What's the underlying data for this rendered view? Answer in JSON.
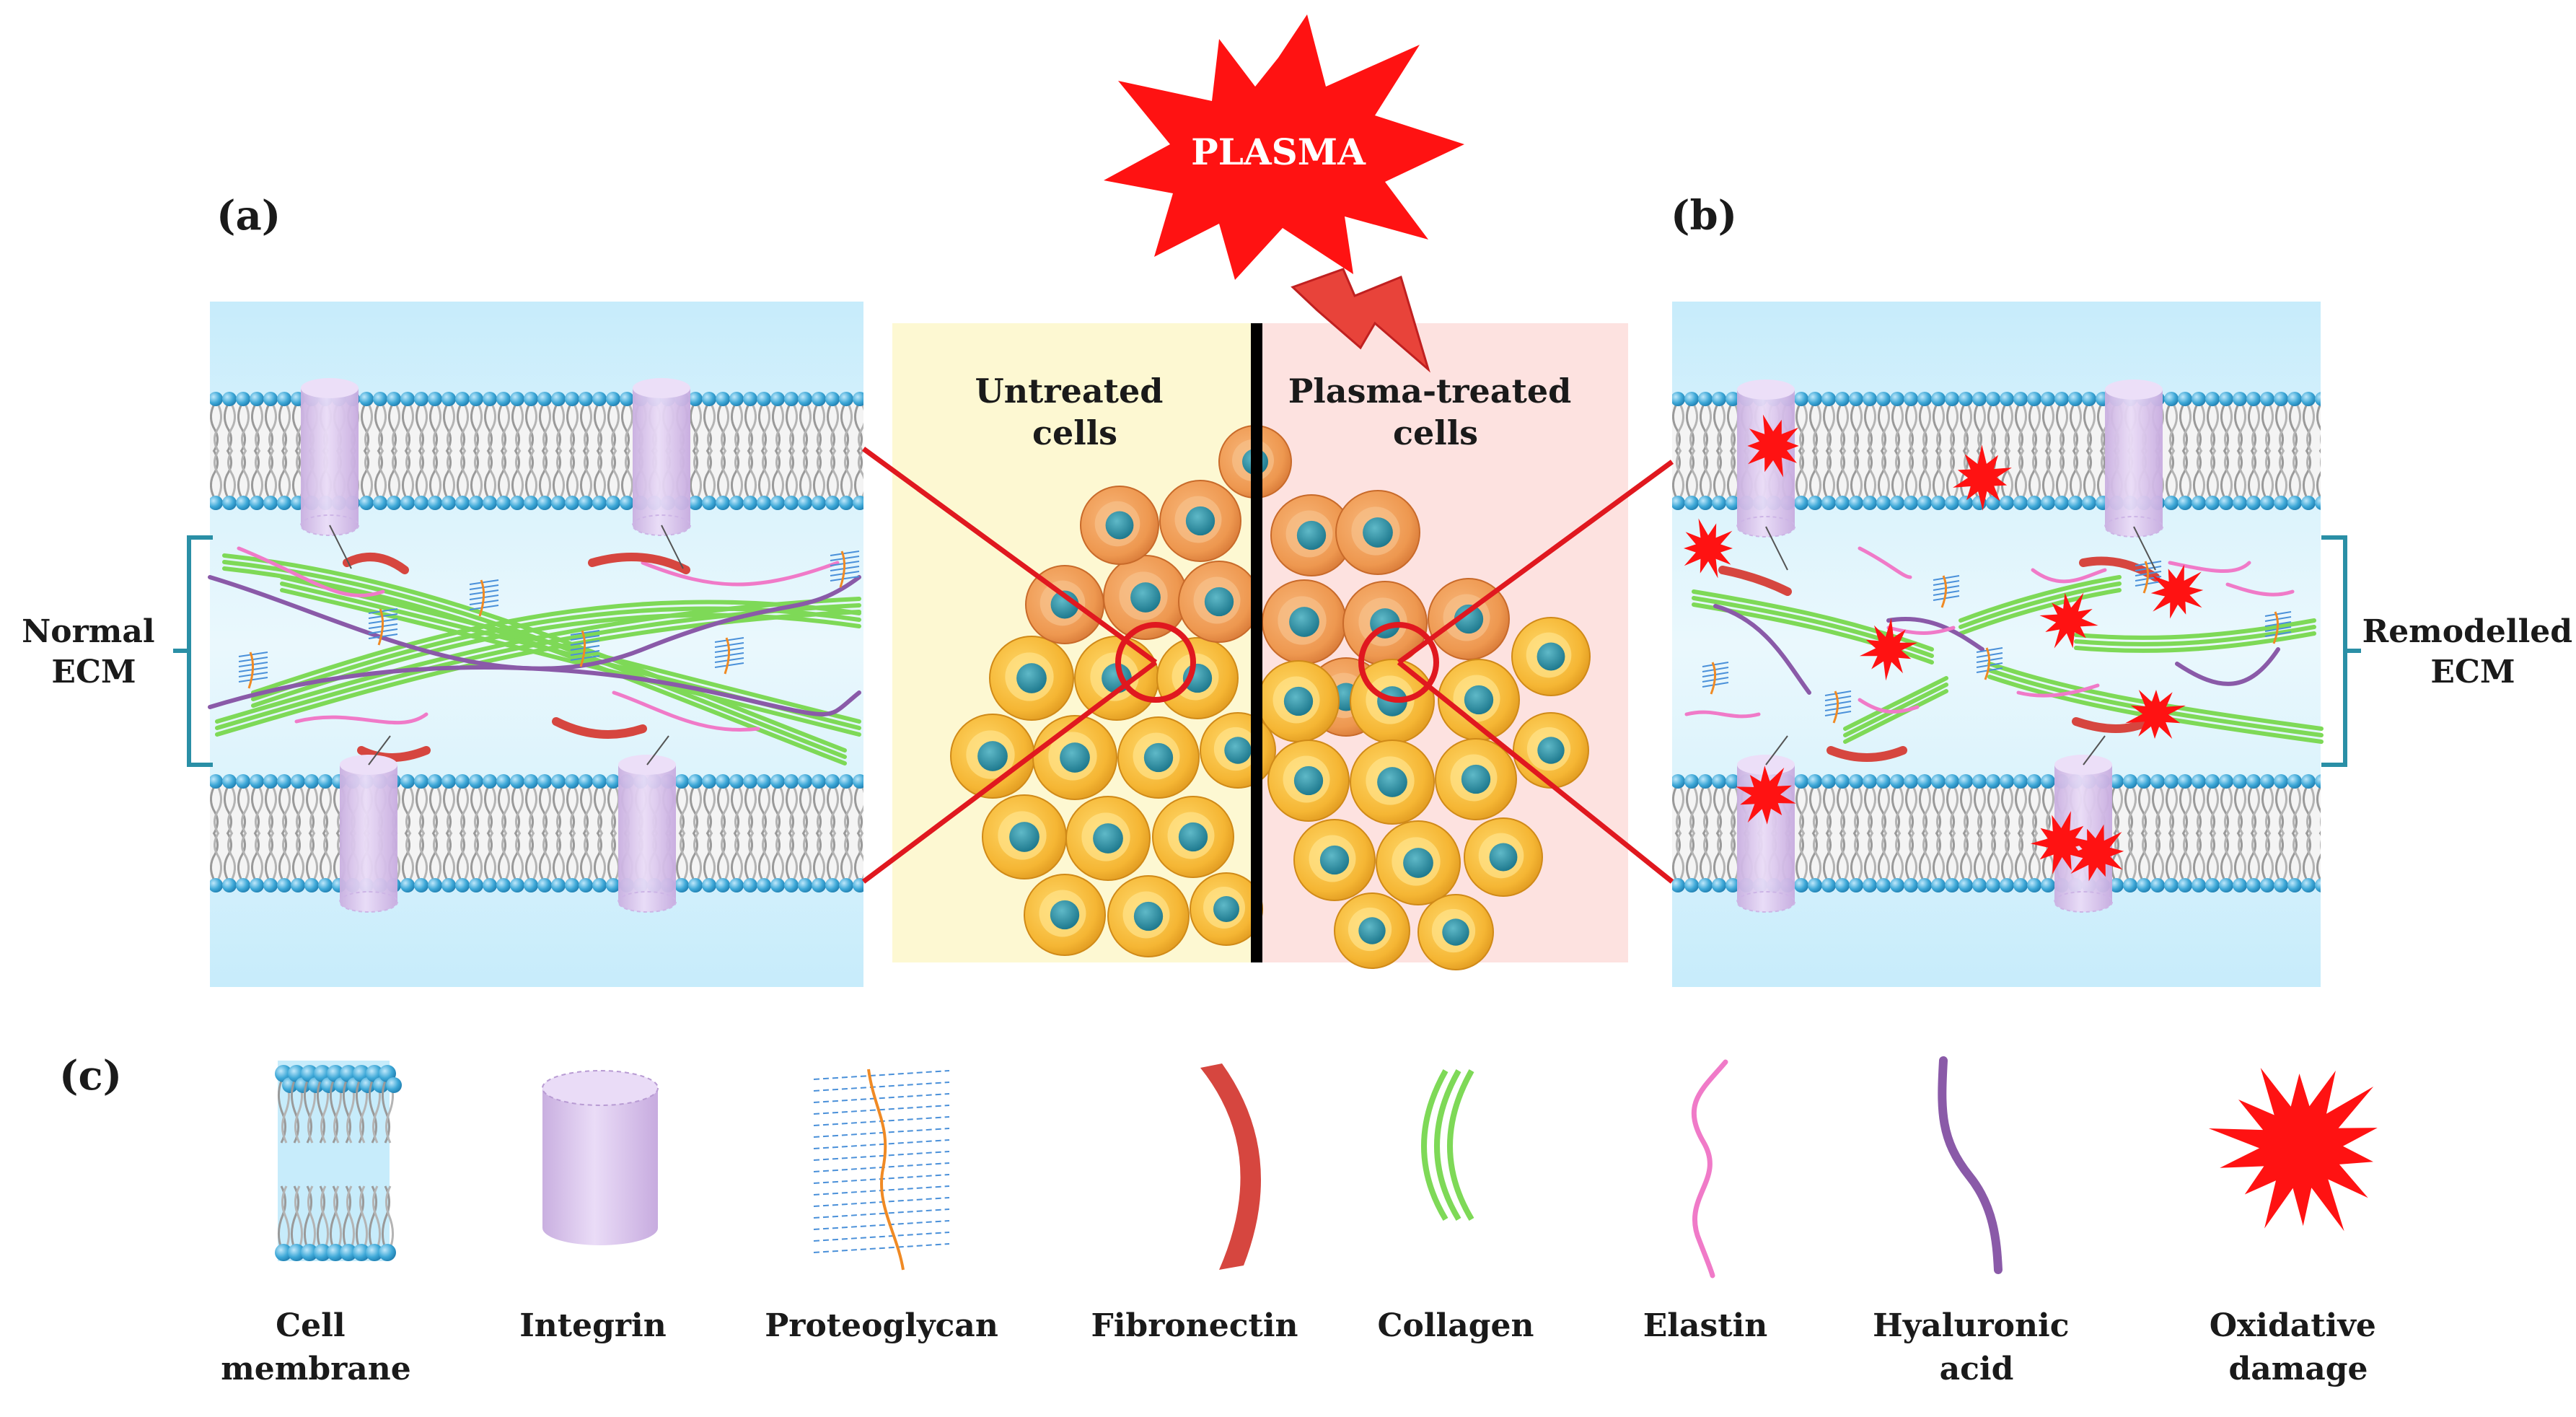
{
  "plasma_label": "PLASMA",
  "panel_a": {
    "tag": "(a)",
    "side_label": [
      "Normal",
      "ECM"
    ]
  },
  "panel_b": {
    "tag": "(b)",
    "side_label": [
      "Remodelled",
      "ECM"
    ]
  },
  "panel_c": {
    "tag": "(c)"
  },
  "cells_panel": {
    "untreated": [
      "Untreated",
      "cells"
    ],
    "treated": [
      "Plasma-treated",
      "cells"
    ]
  },
  "legend": [
    {
      "icon": "cell-membrane",
      "label": [
        "Cell",
        "membrane"
      ]
    },
    {
      "icon": "integrin",
      "label": [
        "Integrin"
      ]
    },
    {
      "icon": "proteoglycan",
      "label": [
        "Proteoglycan"
      ]
    },
    {
      "icon": "fibronectin",
      "label": [
        "Fibronectin"
      ]
    },
    {
      "icon": "collagen",
      "label": [
        "Collagen"
      ]
    },
    {
      "icon": "elastin",
      "label": [
        "Elastin"
      ]
    },
    {
      "icon": "hyaluronic-acid",
      "label": [
        "Hyaluronic",
        "acid"
      ]
    },
    {
      "icon": "oxidative-damage",
      "label": [
        "Oxidative",
        "damage"
      ]
    }
  ],
  "colors": {
    "damage_red": "#ff1212",
    "connector_red": "#e0181f",
    "bracket_teal": "#2a8fa6",
    "untreated_bg": "#fdf8d2",
    "treated_bg": "#fde2e0",
    "lipid_head": "#3fa9d8",
    "integrin": "#d9c3ec",
    "collagen": "#7ed957",
    "fibronectin": "#d6463f",
    "elastin": "#f07ac8",
    "hyaluronic": "#8a5aa8",
    "proteoglycan": "#f08a24",
    "proteoglycan_lines": "#4a90d9"
  }
}
